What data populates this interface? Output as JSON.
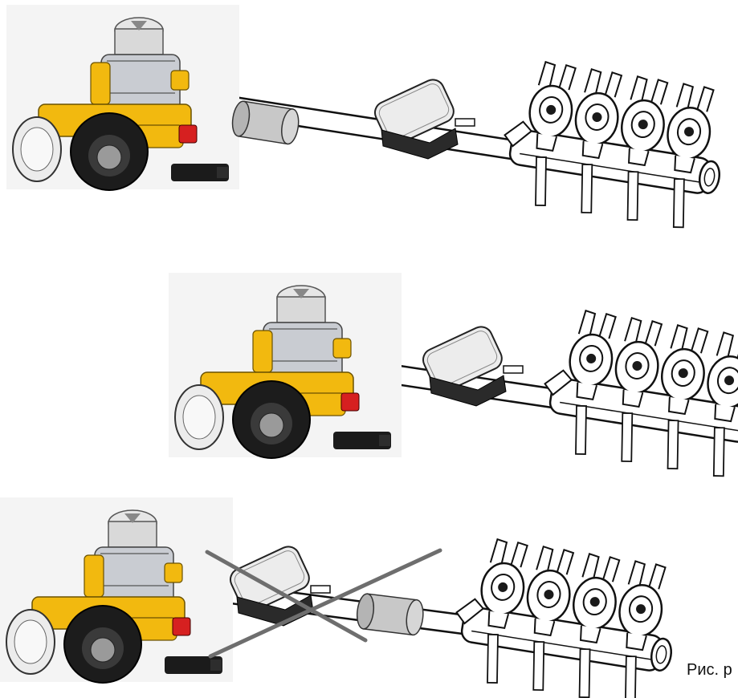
{
  "caption": "Рис. р",
  "assemblies": [
    {
      "id": "assembly-1",
      "order": [
        "reducer",
        "gas-filter",
        "map-sensor",
        "injector-rail"
      ],
      "crossed_out": false
    },
    {
      "id": "assembly-2",
      "order": [
        "reducer",
        "map-sensor",
        "injector-rail"
      ],
      "crossed_out": false
    },
    {
      "id": "assembly-3",
      "order": [
        "reducer",
        "map-sensor",
        "gas-filter",
        "injector-rail"
      ],
      "crossed_out": true
    }
  ],
  "injector_count": 4,
  "colors": {
    "reducer_body": "#f2b90f",
    "outline": "#222222",
    "filter": "#c8c8c8",
    "cross": "#6e6e6e",
    "fitting": "#d62020"
  }
}
